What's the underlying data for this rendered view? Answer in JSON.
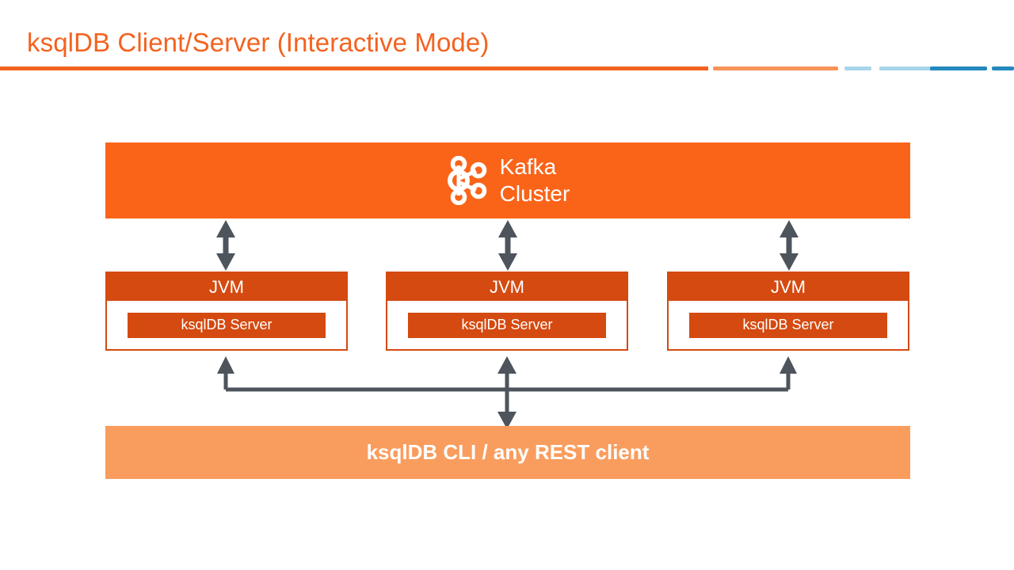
{
  "header": {
    "title": "ksqlDB Client/Server (Interactive Mode)",
    "accent_color": "#F4621F",
    "rule_segments": [
      {
        "name": "rule-segment-orange-light",
        "color": "#F79457"
      },
      {
        "name": "rule-segment-blue-pale-short",
        "color": "#A8D4EA"
      },
      {
        "name": "rule-segment-blue-pale-long",
        "color": "#A8D4EA"
      },
      {
        "name": "rule-segment-blue-long",
        "color": "#2489BE"
      },
      {
        "name": "rule-segment-blue-short",
        "color": "#2489BE"
      }
    ]
  },
  "diagram": {
    "kafka": {
      "label": "Kafka\nCluster",
      "icon": "kafka-logo-icon",
      "color": "#FA6419",
      "text_color": "#FFFFFF"
    },
    "jvm_nodes": [
      {
        "header": "JVM",
        "server": "ksqlDB Server"
      },
      {
        "header": "JVM",
        "server": "ksqlDB Server"
      },
      {
        "header": "JVM",
        "server": "ksqlDB Server"
      }
    ],
    "jvm_color": "#D44A10",
    "client": {
      "label": "ksqlDB CLI / any REST client",
      "color": "#F99D5E",
      "text_color": "#FFFFFF"
    },
    "connector_color": "#4D545C",
    "arrows": [
      {
        "name": "arrow-kafka-jvm-1",
        "type": "double-headed-vertical"
      },
      {
        "name": "arrow-kafka-jvm-2",
        "type": "double-headed-vertical"
      },
      {
        "name": "arrow-kafka-jvm-3",
        "type": "double-headed-vertical"
      },
      {
        "name": "arrow-client-bus",
        "type": "bus-with-arrowheads"
      }
    ]
  }
}
